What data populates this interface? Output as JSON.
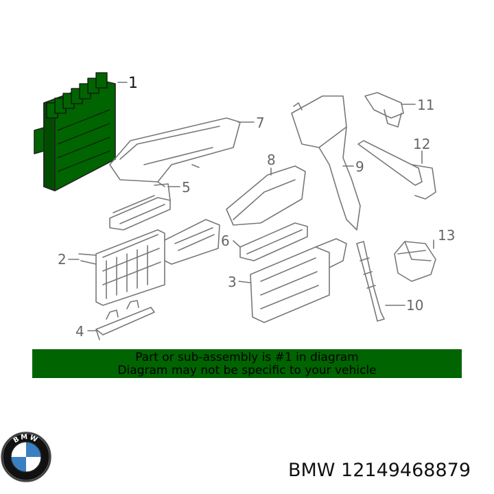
{
  "diagram": {
    "callouts": [
      "1",
      "2",
      "3",
      "4",
      "5",
      "6",
      "7",
      "8",
      "9",
      "10",
      "11",
      "12",
      "13"
    ],
    "highlighted_part": "1",
    "colors": {
      "highlight": "#006400",
      "line": "#777777",
      "callout": "#666666"
    }
  },
  "notice": {
    "line1": "Part or sub-assembly is #1 in diagram",
    "line2": "Diagram may not be specific to your vehicle",
    "background": "#006400"
  },
  "logo": {
    "icon": "bmw-logo-icon",
    "text": "BMW"
  },
  "part": {
    "label": "BMW 12149468879"
  }
}
